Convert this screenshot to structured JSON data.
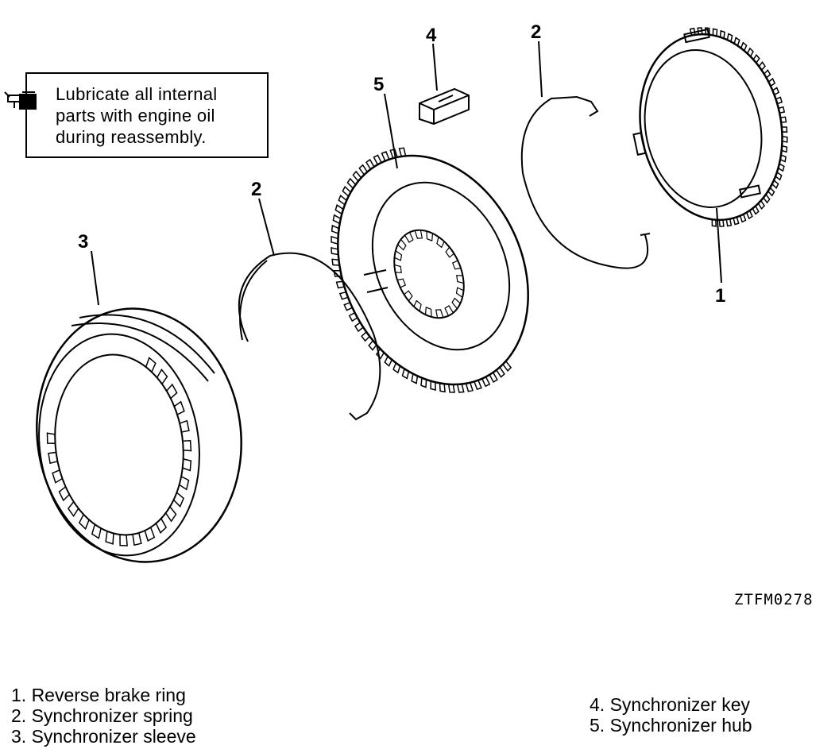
{
  "note": {
    "lines": [
      "Lubricate all internal",
      "parts with engine oil",
      "during reassembly."
    ]
  },
  "callouts": {
    "ring": "1",
    "spring_right": "2",
    "spring_left": "2",
    "sleeve": "3",
    "key": "4",
    "hub": "5"
  },
  "figure_code": "ZTFM0278",
  "legend": {
    "left": [
      "1. Reverse brake ring",
      "2. Synchronizer spring",
      "3. Synchronizer sleeve"
    ],
    "right": [
      "4. Synchronizer key",
      "5. Synchronizer hub"
    ]
  }
}
